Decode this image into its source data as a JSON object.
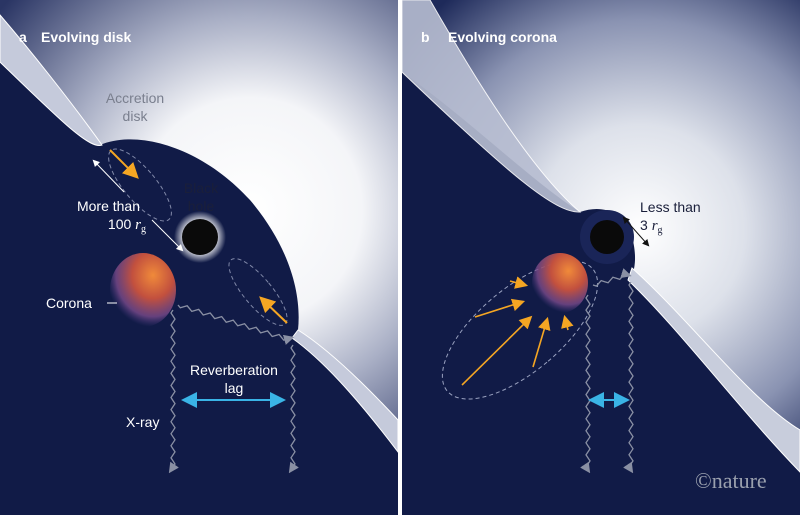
{
  "panel_a": {
    "letter": "a",
    "title": "Evolving disk",
    "accretion_line1": "Accretion",
    "accretion_line2": "disk",
    "bh_line1": "Black",
    "bh_line2": "hole",
    "distance_line1": "More than",
    "distance_num": "100",
    "distance_r": "r",
    "distance_sub": "g",
    "corona": "Corona",
    "lag_line1": "Reverberation",
    "lag_line2": "lag",
    "xray": "X-ray"
  },
  "panel_b": {
    "letter": "b",
    "title": "Evolving corona",
    "distance_line1": "Less than",
    "distance_num": "3",
    "distance_r": "r",
    "distance_sub": "g"
  },
  "credit": "©nature",
  "colors": {
    "space": "#111b47",
    "orange": "#f5a623",
    "cyan": "#3ab4e6",
    "disk": "#ffffff"
  }
}
